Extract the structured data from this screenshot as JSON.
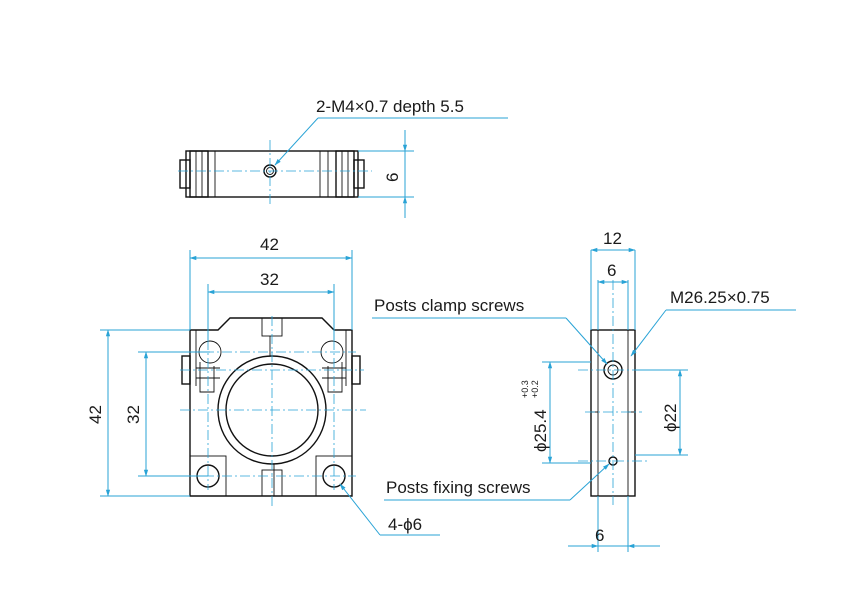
{
  "labels": {
    "top_thread": "2-M4×0.7 depth 5.5",
    "top_thickness": "6",
    "front_width_outer": "42",
    "front_width_inner": "32",
    "front_height_outer": "42",
    "front_height_inner": "32",
    "front_holes": "4-ϕ6",
    "side_width_outer": "12",
    "side_width_inner": "6",
    "side_bottom_width": "6",
    "clamp_screws": "Posts clamp screws",
    "fixing_screws": "Posts fixing screws",
    "side_thread": "M26.25×0.75",
    "side_bore": "ϕ25.4",
    "side_bore_tol_upper": "+0.3",
    "side_bore_tol_lower": "+0.2",
    "side_diameter": "ϕ22"
  },
  "colors": {
    "dimension_line": "#29a3d6",
    "outline": "#111111",
    "background": "#ffffff"
  }
}
